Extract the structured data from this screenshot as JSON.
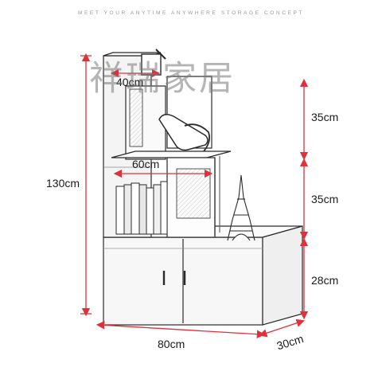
{
  "header": {
    "tagline": "MEET YOUR ANYTIME ANYWHERE STORAGE CONCEPT"
  },
  "watermark": {
    "text": "祥瑞家居"
  },
  "dimensions": {
    "depth_top": "40cm",
    "width_middle": "60cm",
    "total_height": "130cm",
    "height_top": "35cm",
    "height_middle": "35cm",
    "height_cabinet": "28cm",
    "width_base": "80cm",
    "depth_base": "30cm"
  },
  "colors": {
    "dimension_line": "#e0303a",
    "sketch_line": "#2a2a2a",
    "background": "#ffffff"
  }
}
